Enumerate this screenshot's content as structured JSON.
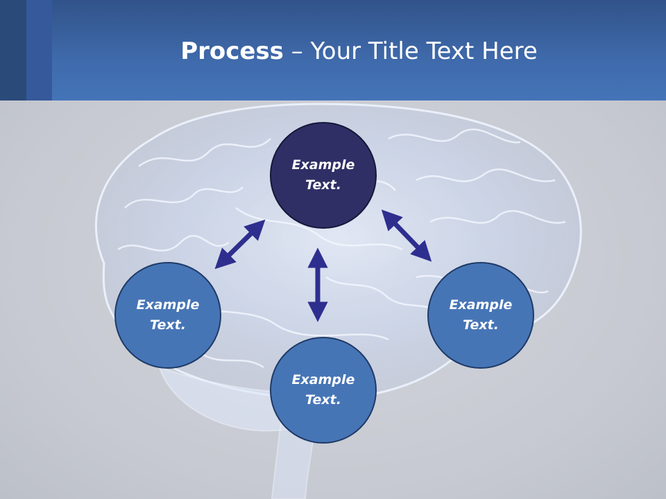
{
  "header": {
    "title_bold": "Process",
    "title_rest": " – Your Title Text Here"
  },
  "nodes": {
    "top": "Example\nText.",
    "left": "Example\nText.",
    "right": "Example\nText.",
    "bottom": "Example\nText."
  },
  "colors": {
    "header_blue": "#4474b8",
    "top_node": "#2f2f66",
    "side_nodes": "#4675b6",
    "arrows": "#2e2e8f",
    "background": "#c7cad2"
  }
}
